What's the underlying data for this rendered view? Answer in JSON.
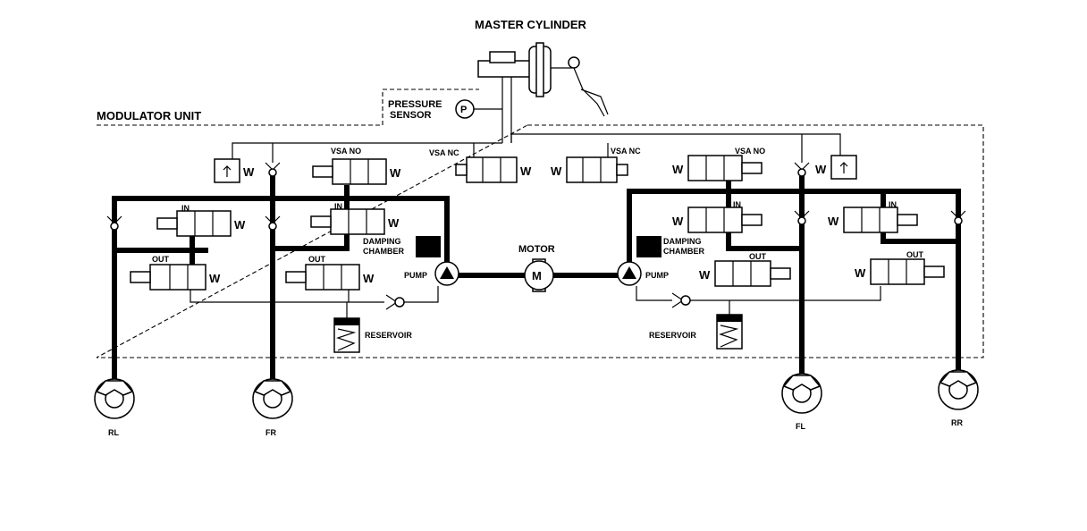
{
  "labels": {
    "master_cylinder": "MASTER CYLINDER",
    "pressure_sensor_1": "PRESSURE",
    "pressure_sensor_2": "SENSOR",
    "pressure_symbol": "P",
    "modulator_unit": "MODULATOR UNIT",
    "motor": "MOTOR",
    "motor_symbol": "M",
    "pump": "PUMP",
    "damping_1": "DAMPING",
    "damping_2": "CHAMBER",
    "reservoir": "RESERVOIR",
    "vsa_no": "VSA NO",
    "vsa_nc": "VSA NC",
    "in": "IN",
    "out": "OUT",
    "spring": "W",
    "wheel_rl": "RL",
    "wheel_fr": "FR",
    "wheel_fl": "FL",
    "wheel_rr": "RR"
  }
}
